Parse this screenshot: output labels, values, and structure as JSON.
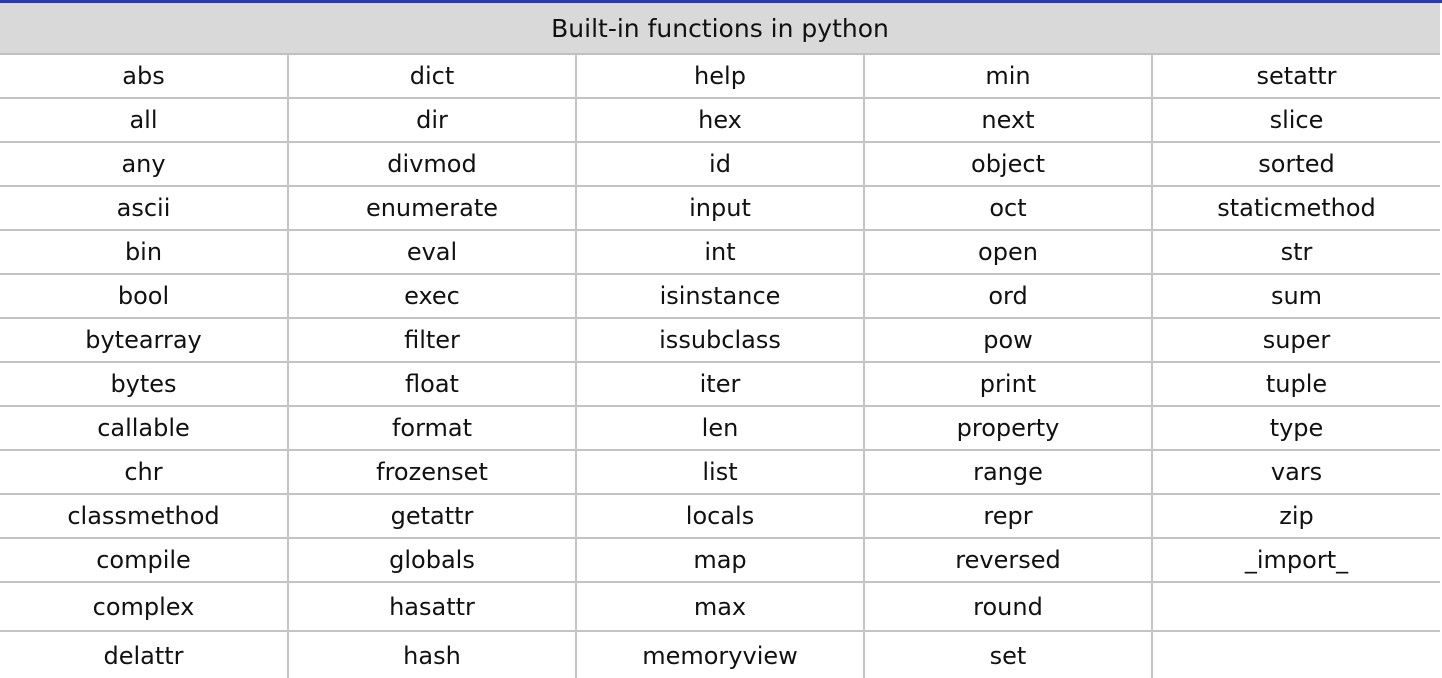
{
  "table": {
    "title": "Built-in functions in python",
    "rows": [
      [
        "abs",
        "dict",
        "help",
        "min",
        "setattr"
      ],
      [
        "all",
        "dir",
        "hex",
        "next",
        "slice"
      ],
      [
        "any",
        "divmod",
        "id",
        "object",
        "sorted"
      ],
      [
        "ascii",
        "enumerate",
        "input",
        "oct",
        "staticmethod"
      ],
      [
        "bin",
        "eval",
        "int",
        "open",
        "str"
      ],
      [
        "bool",
        "exec",
        "isinstance",
        "ord",
        "sum"
      ],
      [
        "bytearray",
        "filter",
        "issubclass",
        "pow",
        "super"
      ],
      [
        "bytes",
        "float",
        "iter",
        "print",
        "tuple"
      ],
      [
        "callable",
        "format",
        "len",
        "property",
        "type"
      ],
      [
        "chr",
        "frozenset",
        "list",
        "range",
        "vars"
      ],
      [
        "classmethod",
        "getattr",
        "locals",
        "repr",
        "zip"
      ],
      [
        "compile",
        "globals",
        "map",
        "reversed",
        "_import_"
      ],
      [
        "complex",
        "hasattr",
        "max",
        "round",
        ""
      ],
      [
        "delattr",
        "hash",
        "memoryview",
        "set",
        ""
      ]
    ]
  }
}
